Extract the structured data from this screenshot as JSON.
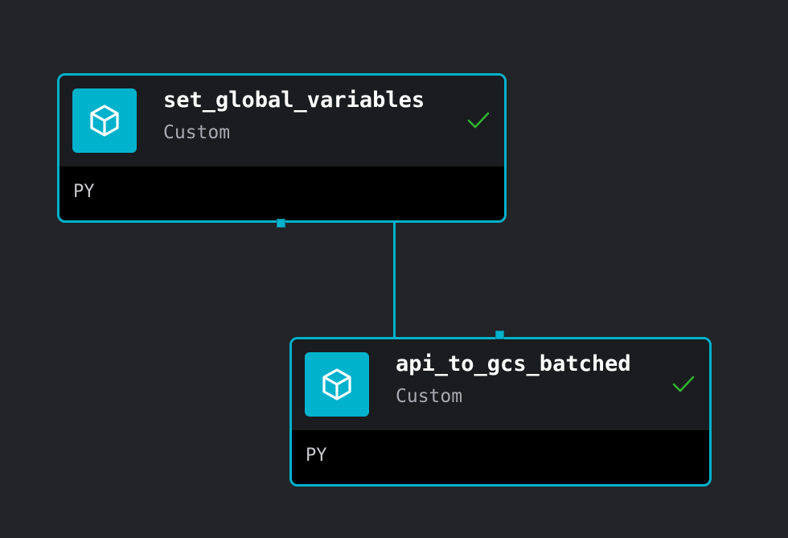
{
  "colors": {
    "background": "#232428",
    "accent": "#00b2cc",
    "node_header": "#1b1c20",
    "node_body": "#000000",
    "success": "#2fb32f"
  },
  "nodes": [
    {
      "title": "set_global_variables",
      "subtitle": "Custom",
      "language": "PY",
      "icon": "cube-icon",
      "status": "check-icon"
    },
    {
      "title": "api_to_gcs_batched",
      "subtitle": "Custom",
      "language": "PY",
      "icon": "cube-icon",
      "status": "check-icon"
    }
  ]
}
